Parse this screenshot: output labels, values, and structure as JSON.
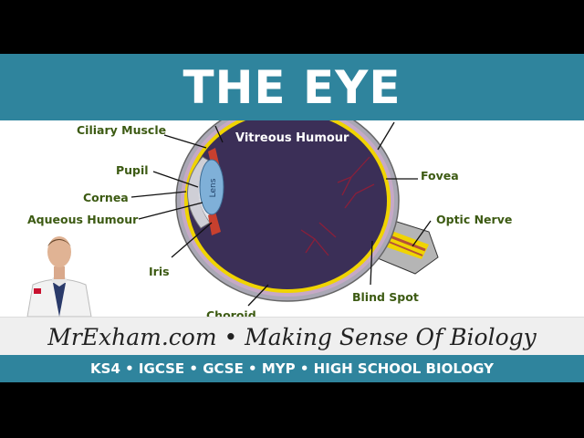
{
  "title": "THE EYE",
  "labels": {
    "ciliary_muscle": "Ciliary Muscle",
    "pupil": "Pupil",
    "cornea": "Cornea",
    "aqueous_humour": "Aqueous Humour",
    "iris": "Iris",
    "lens": "Lens",
    "vitreous_humour": "Vitreous Humour",
    "fovea": "Fovea",
    "optic_nerve": "Optic Nerve",
    "blind_spot": "Blind Spot",
    "choroid": "Choroid"
  },
  "subtitle": "MrExham.com • Making Sense Of Biology",
  "footer": "KS4 • IGCSE • GCSE • MYP • HIGH SCHOOL BIOLOGY",
  "colors": {
    "accent": "#2f849d",
    "label_text": "#3c5a12",
    "eye_interior": "#3b2f57",
    "sclera": "#aaa8b5",
    "retina": "#f0d400",
    "lens": "#7fb0d8",
    "iris": "#c8402e"
  }
}
